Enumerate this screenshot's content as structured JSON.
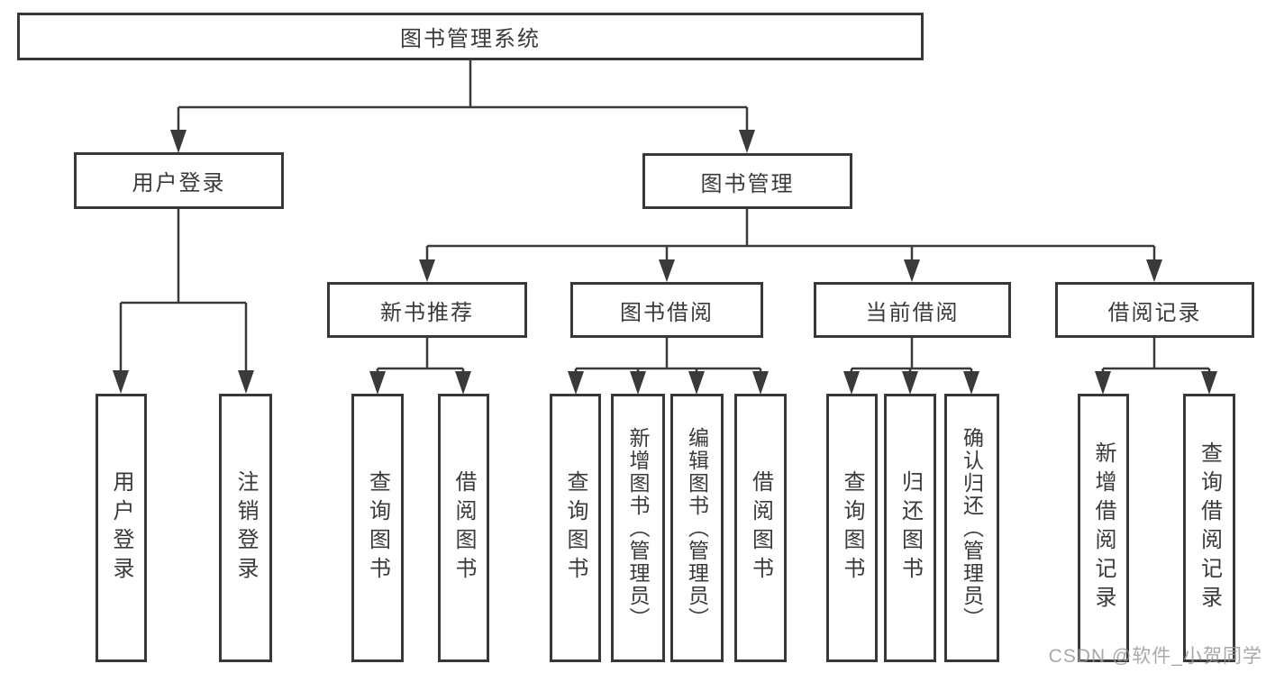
{
  "watermark": "CSDN @软件_小贺同学",
  "colors": {
    "line": "#3a3a3a",
    "text": "#3a3a3a",
    "box_border": "#383838",
    "background": "#ffffff",
    "watermark": "#999999"
  },
  "tree": {
    "label": "图书管理系统",
    "children": [
      {
        "label": "用户登录",
        "children": [
          {
            "label": "用户登录"
          },
          {
            "label": "注销登录"
          }
        ]
      },
      {
        "label": "图书管理",
        "children": [
          {
            "label": "新书推荐",
            "children": [
              {
                "label": "查询图书"
              },
              {
                "label": "借阅图书"
              }
            ]
          },
          {
            "label": "图书借阅",
            "children": [
              {
                "label": "查询图书"
              },
              {
                "label": "新增图书（管理员）"
              },
              {
                "label": "编辑图书（管理员）"
              },
              {
                "label": "借阅图书"
              }
            ]
          },
          {
            "label": "当前借阅",
            "children": [
              {
                "label": "查询图书"
              },
              {
                "label": "归还图书"
              },
              {
                "label": "确认归还（管理员）"
              }
            ]
          },
          {
            "label": "借阅记录",
            "children": [
              {
                "label": "新增借阅记录"
              },
              {
                "label": "查询借阅记录"
              }
            ]
          }
        ]
      }
    ]
  }
}
